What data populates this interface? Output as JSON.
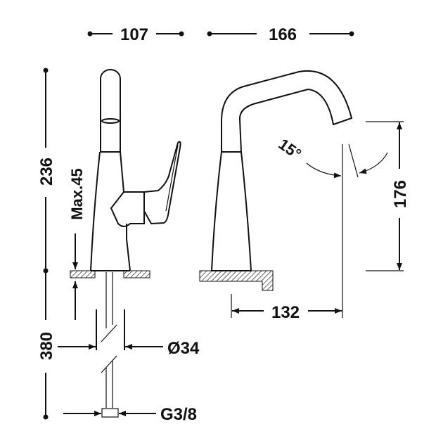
{
  "dimensions": {
    "top_left_width": "107",
    "top_right_width": "166",
    "total_height": "236",
    "max_counter_thickness": "Max.45",
    "hose_length": "380",
    "spout_height": "176",
    "spout_reach": "132",
    "swivel_angle": "15°",
    "hole_diameter": "Ø34",
    "connection_thread": "G3/8"
  }
}
